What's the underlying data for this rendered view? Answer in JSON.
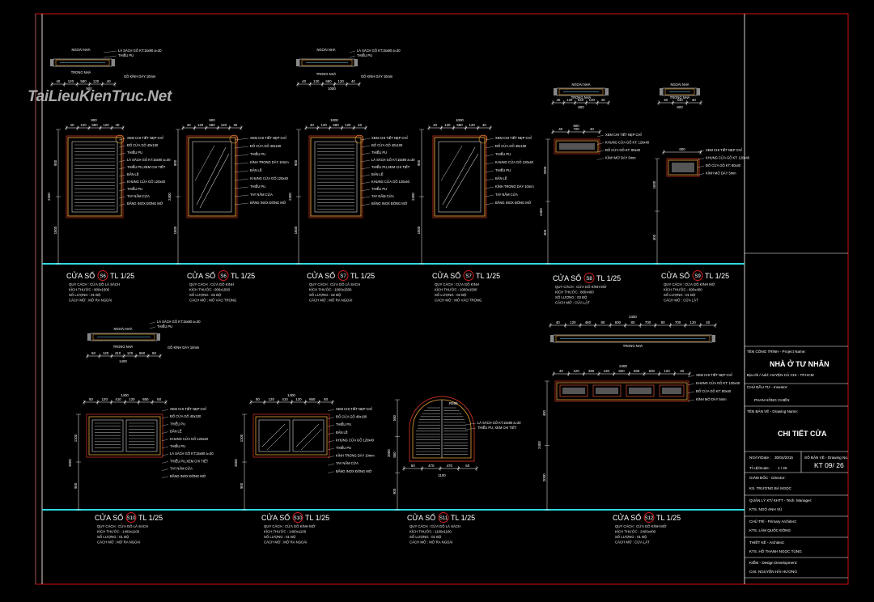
{
  "watermark": {
    "text": "TaiLieuKienTruc.Net"
  },
  "colors": {
    "frame": "#d01010",
    "rule": "#2fd7e0",
    "line": "#ffffff",
    "hatch": "#a0a0a0",
    "window_frame": "#e8a23a",
    "bubble": "#d02020"
  },
  "windows": [
    {
      "title": "CỬA SỔ",
      "code": "S6",
      "scale": "TL 1/25",
      "specs": [
        "QUY CÁCH  : CỬA GỖ LÁ SÁCH",
        "KÍCH THƯỚC : 900x1500",
        "SỐ LƯỢNG   : 01 BỘ",
        "CÁCH MỞ    : MỞ RA NGOÀI"
      ],
      "plan_width": "900",
      "plan_dims": [
        "40",
        "120",
        "580",
        "120",
        "40"
      ],
      "notes": [
        "LÁ SÁCH GỖ KT:15x90 a=30",
        "THIỂU PU",
        "GỖ KÍNH DÀY 10mm",
        "NGOÀI NHÀ",
        "TRONG NHÀ"
      ],
      "elev_notes": [
        "XEM CHI TIẾT NẸP CHỈ",
        "ĐỐ CỬA GỖ 40x100",
        "THIỂU PU",
        "LÁ SÁCH GỖ KT:15x90 a=30",
        "THIỂU PU,XEM CHI TIẾT",
        "BẢN LỀ",
        "KHUNG CỬA GỖ 120x40",
        "THIỂU PU",
        "TAY NẮM CỬA",
        "BẰNG INOX ĐÓNG MỞ"
      ],
      "heights": [
        "2400",
        "1500",
        "900",
        "40",
        "40"
      ]
    },
    {
      "title": "CỬA SỔ",
      "code": "S6",
      "scale": "TL 1/25",
      "specs": [
        "QUY CÁCH  : CỬA GỖ KÍNH",
        "KÍCH THƯỚC : 900x1500",
        "SỐ LƯỢNG   : 02 BỘ",
        "CÁCH MỞ    : MỞ VÀO TRONG"
      ],
      "plan_width": "900",
      "elev_notes": [
        "XEM CHI TIẾT NẸP CHỈ",
        "ĐỐ CỬA GỖ 40x100",
        "THIỂU PU",
        "KÍNH TRONG DÀY 10mm",
        "BẢN LỀ",
        "KHUNG CỬA GỖ 120x40",
        "THIỂU PU",
        "TAY NẮM CỬA",
        "BẰNG INOX ĐÓNG MỞ"
      ],
      "heights": [
        "2400",
        "1500",
        "900"
      ]
    },
    {
      "title": "CỬA SỔ",
      "code": "S7",
      "scale": "TL 1/25",
      "specs": [
        "QUY CÁCH  : CỬA GỖ LÁ SÁCH",
        "KÍCH THƯỚC : 1000x1500",
        "SỐ LƯỢNG   : 02 BỘ",
        "CÁCH MỞ    : MỞ RA NGOÀI"
      ],
      "plan_width": "1000",
      "plan_dims": [
        "40",
        "120",
        "680",
        "120",
        "40"
      ],
      "notes": [
        "LÁ SÁCH GỖ KT:15x90 a=30",
        "THIỂU PU",
        "GỖ KÍNH DÀY 10mm",
        "NGOÀI NHÀ",
        "TRONG NHÀ"
      ],
      "elev_notes": [
        "XEM CHI TIẾT NẸP CHỈ",
        "ĐỐ CỬA GỖ 40x100",
        "THIỂU PU",
        "LÁ SÁCH GỖ KT:15x90 a=30",
        "THIỂU PU,XEM CHI TIẾT",
        "BẢN LỀ",
        "KHUNG CỬA GỖ 120x40",
        "THIỂU PU",
        "TAY NẮM CỬA",
        "BẰNG INOX ĐÓNG MỞ"
      ],
      "heights": [
        "2400",
        "1500",
        "900"
      ]
    },
    {
      "title": "CỬA SỔ",
      "code": "S7",
      "scale": "TL 1/25",
      "specs": [
        "QUY CÁCH  : CỬA GỖ KÍNH",
        "KÍCH THƯỚC : 1000x1500",
        "SỐ LƯỢNG   : 02 BỘ",
        "CÁCH MỞ    : MỞ VÀO TRONG"
      ],
      "plan_width": "1000",
      "elev_notes": [
        "XEM CHI TIẾT NẸP CHỈ",
        "ĐỐ CỬA GỖ 40x100",
        "THIỂU PU",
        "KHUNG CỬA GỖ 120x40",
        "THIỂU PU",
        "BẢN LỀ",
        "KÍNH TRONG DÀY 10mm",
        "TAY NẮM CỬA",
        "BẰNG INOX ĐÓNG MỞ"
      ],
      "heights": [
        "2400",
        "1500",
        "900"
      ]
    },
    {
      "title": "CỬA SỔ",
      "code": "S8",
      "scale": "TL 1/25",
      "specs": [
        "QUY CÁCH  : CỬA GỖ KÍNH MỞ",
        "KÍCH THƯỚC : 800x400",
        "SỐ LƯỢNG   : 03 BỘ",
        "CÁCH MỞ    : CỬA LẬT"
      ],
      "plan_width": "800",
      "plan_dims": [
        "40",
        "120",
        "540",
        "120",
        "40"
      ],
      "notes": [
        "NGOÀI NHÀ",
        "TRONG NHÀ"
      ],
      "elev_notes": [
        "XEM CHI TIẾT NẸP CHỈ",
        "KHUNG CỬA GỖ KT: 120x40",
        "ĐỐ CỬA GỖ KT: 80x40",
        "KÍNH MỜ DÀY 5mm"
      ],
      "heights": [
        "2400",
        "2000",
        "400"
      ]
    },
    {
      "title": "CỬA SỔ",
      "code": "S9",
      "scale": "TL 1/25",
      "specs": [
        "QUY CÁCH  : CỬA GỖ KÍNH MỞ",
        "KÍCH THƯỚC : 600x400",
        "SỐ LƯỢNG   : 01 BỘ",
        "CÁCH MỞ    : CỬA LẬT"
      ],
      "plan_width": "600",
      "plan_dims": [
        "40",
        "120",
        "440",
        "120",
        "40"
      ],
      "notes": [
        "NGOÀI NHÀ",
        "TRONG NHÀ"
      ],
      "elev_notes": [
        "XEM CHI TIẾT NẸP CHỈ",
        "KHUNG CỬA GỖ KT: 120x40",
        "ĐỐ CỬA GỖ KT: 80x40",
        "KÍNH MỜ DÀY 5mm"
      ],
      "heights": [
        "1600",
        "400"
      ]
    },
    {
      "title": "CỬA SỔ",
      "code": "S10",
      "scale": "TL 1/25",
      "specs": [
        "QUY CÁCH  : CỬA GỖ LÁ SÁCH",
        "KÍCH THƯỚC : 1400x1100",
        "SỐ LƯỢNG   : 01 BỘ",
        "CÁCH MỞ    : MỞ RA NGOÀI"
      ],
      "plan_width": "1400",
      "plan_dims": [
        "50",
        "120",
        "410",
        "120",
        "650",
        "50"
      ],
      "notes": [
        "LÁ SÁCH GỖ KT:15x90 a=30",
        "THIỂU PU",
        "GỖ KÍNH DÀY 10mm",
        "NGOÀI NHÀ",
        "TRONG NHÀ"
      ],
      "elev_notes": [
        "XEM CHI TIẾT NẸP CHỈ",
        "ĐỐ CỬA GỖ 40x100",
        "THIỂU PU",
        "BẢN LỀ",
        "KHUNG CỬA GỖ 120x40",
        "THIỂU PU",
        "LÁ SÁCH GỖ KT:15x90 a=30",
        "THIỂU PU,XEM CHI TIẾT",
        "TAY NẮM CỬA",
        "BẰNG INOX ĐÓNG MỞ"
      ],
      "heights": [
        "2000",
        "1100",
        "900"
      ]
    },
    {
      "title": "CỬA SỔ",
      "code": "S10",
      "scale": "TL 1/25",
      "specs": [
        "QUY CÁCH  : CỬA GỖ KÍNH MỞ",
        "KÍCH THƯỚC : 1400x1100",
        "SỐ LƯỢNG   : 01 BỘ",
        "CÁCH MỞ    : MỞ RA NGOÀI"
      ],
      "plan_width": "1400",
      "elev_notes": [
        "XEM CHI TIẾT NẸP CHỈ",
        "ĐỐ CỬA GỖ 40x100",
        "THIỂU PU",
        "BẢN LỀ",
        "KHUNG CỬA GỖ 120x40",
        "THIỂU PU",
        "KÍNH TRONG DÀY 10mm",
        "TAY NẮM CỬA",
        "BẰNG INOX ĐÓNG MỞ"
      ],
      "heights": [
        "2000",
        "1100",
        "900"
      ]
    },
    {
      "title": "CỬA SỔ",
      "code": "S11",
      "scale": "TL 1/25",
      "specs": [
        "QUY CÁCH  : CỬA GỖ LÁ SÁCH",
        "KÍCH THƯỚC : 1100x1100",
        "SỐ LƯỢNG   : 01 BỘ",
        "CÁCH MỞ    : MỞ RA NGOÀI"
      ],
      "plan_width": "1100",
      "elev_notes": [
        "R550",
        "LÁ SÁCH GỖ KT:15x90 a=30",
        "THIỂU PU, XEM CHI TIẾT"
      ],
      "heights": [
        "2000",
        "1100",
        "550",
        "550",
        "900"
      ],
      "plan_dims": [
        "60",
        "470",
        "470",
        "60"
      ]
    },
    {
      "title": "CỬA SỔ",
      "code": "S12",
      "scale": "TL 1/25",
      "specs": [
        "QUY CÁCH  : CỬA GỖ KÍNH MỞ",
        "KÍCH THƯỚC : 2400x400",
        "SỐ LƯỢNG   : 01 BỘ",
        "CÁCH MỞ    : CỬA LẬT"
      ],
      "plan_width": "2400",
      "plan_dims": [
        "40",
        "120",
        "460",
        "80",
        "600",
        "80",
        "700",
        "80",
        "700",
        "120",
        "40"
      ],
      "notes": [
        "NGOÀI NHÀ",
        "TRONG NHÀ"
      ],
      "elev_dims": [
        "40",
        "120",
        "360",
        "120",
        "600",
        "600",
        "600",
        "120",
        "40"
      ],
      "elev_notes": [
        "XEM CHI TIẾT NẸP CHỈ",
        "KHUNG CỬA GỖ KT: 120x40",
        "ĐỐ CỬA GỖ KT: 80x40",
        "KÍNH MỜ DÀY 5mm"
      ],
      "heights": [
        "2400",
        "2000",
        "400"
      ]
    }
  ],
  "title_block": {
    "project_label": "TÊN CÔNG TRÌNH - Project Name:",
    "project_name": "NHÀ Ở TƯ NHÂN",
    "address": "Địa chỉ / Add: HUYỆN CỦ CHI - TP.HCM",
    "owner_label": "CHỦ ĐẦU TƯ - Investor:",
    "owner_name": "PHAN HỒNG CHIẾN",
    "drawing_label": "TÊN BẢN VẼ - Drawing Name:",
    "drawing_name": "CHI TIẾT CỬA",
    "date_label": "NGÀY/Date :",
    "date_value": "30/04/2015",
    "scale_label": "TỈ LỆ/Scale :",
    "scale_value": "1 / 25",
    "sheet_label": "SỐ BẢN VẼ - Drawing No.",
    "sheet_value": "KT 09/ 26",
    "director_label": "GIÁM ĐỐC - Director:",
    "director_name": "KS. TRƯƠNG BÁ NGỌC",
    "manager_label": "QUẢN LÝ KT/ KHTT - Tech. Manager:",
    "manager_name": "KTS. NGÔ ANH VŨ",
    "architect_label": "CHỦ TRÌ - Primary Architect:",
    "architect_name": "KTS. LÂM QUỐC ĐÔNG",
    "designer_label": "THIẾT KẾ - Architect:",
    "designer_name": "KTS. HỒ THANH NGỌC TÙNG",
    "dev_label": "KIỂM - Design Development:",
    "dev_name": "Cmt. NGUYỄN HẢI HƯƠNG"
  }
}
